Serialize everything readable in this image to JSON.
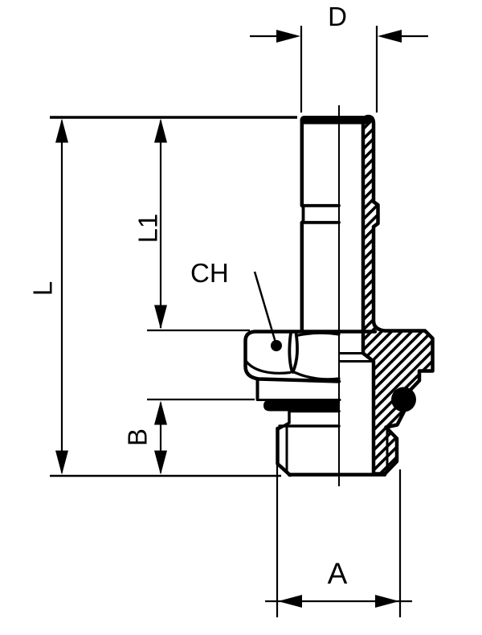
{
  "drawing": {
    "labels": {
      "d": "D",
      "l": "L",
      "l1": "L1",
      "b": "B",
      "ch": "CH",
      "a": "A"
    },
    "colors": {
      "line": "#000000",
      "background": "#ffffff"
    }
  }
}
